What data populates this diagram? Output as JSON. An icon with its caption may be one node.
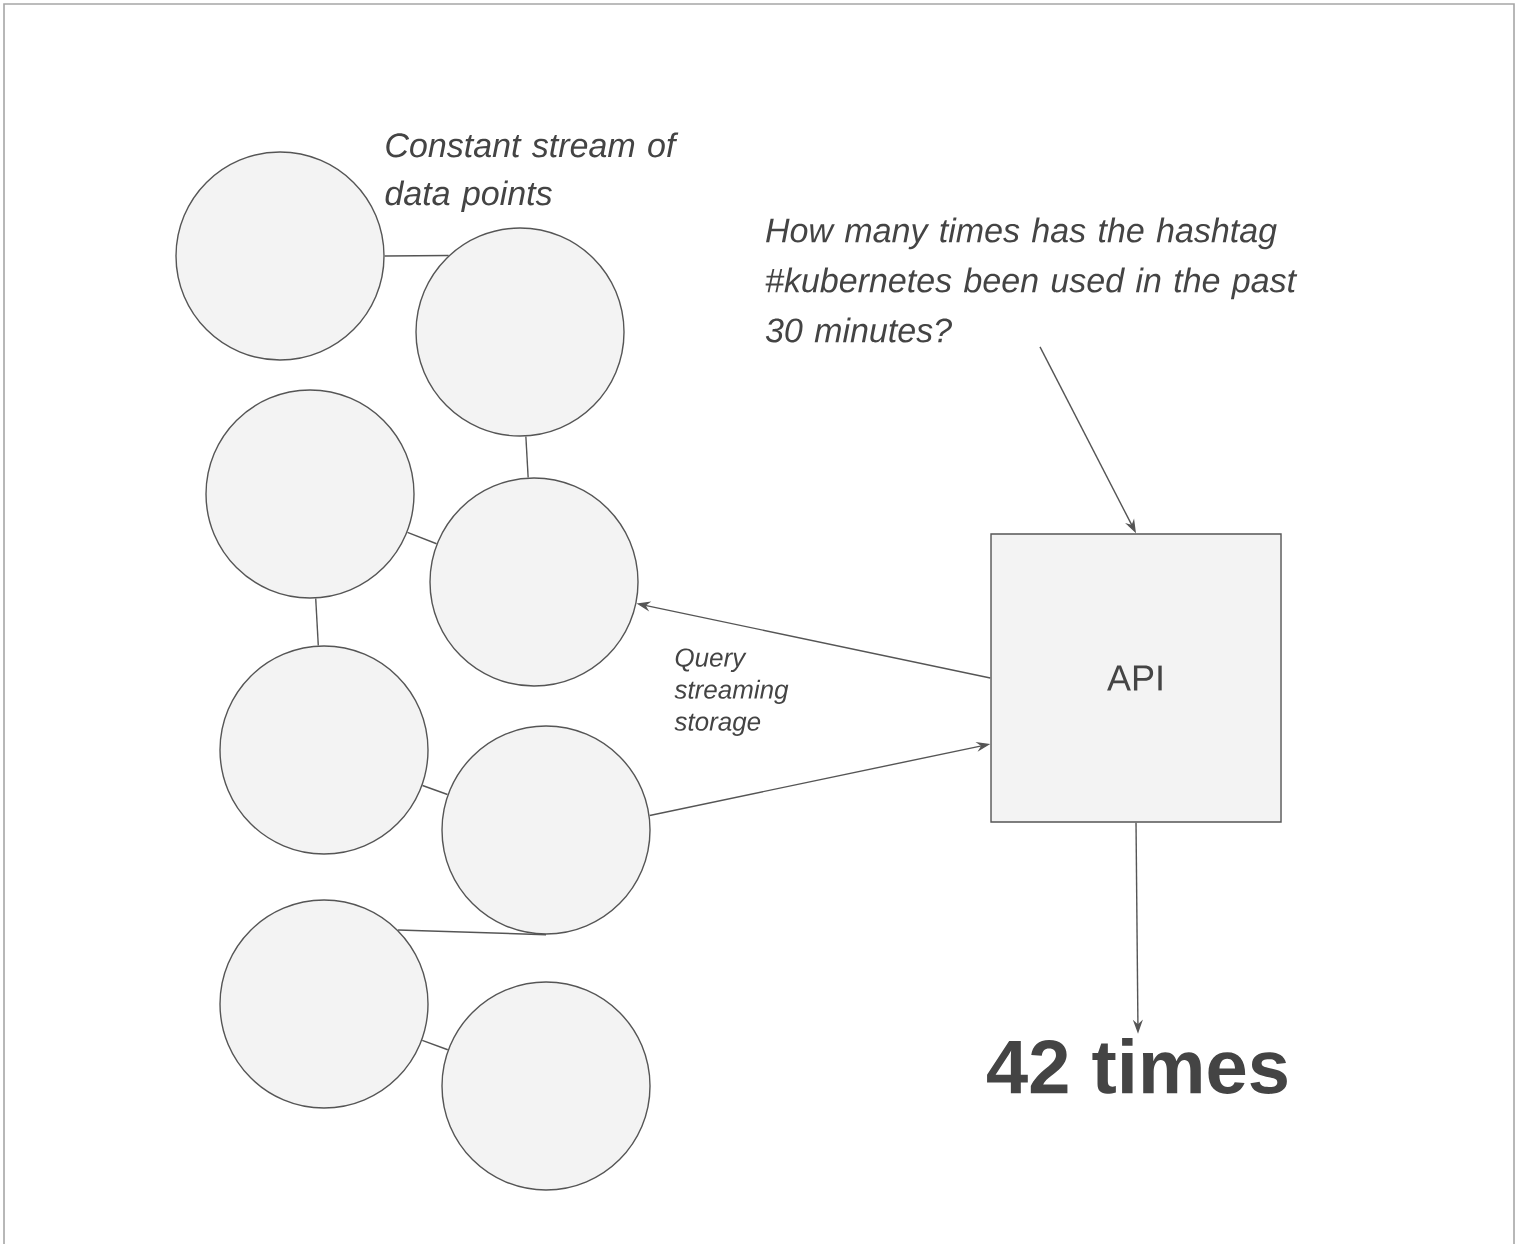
{
  "diagram": {
    "nodes": [
      {
        "text": [],
        "shape": "circle"
      },
      {
        "text": [],
        "shape": "circle"
      },
      {
        "text": [],
        "shape": "circle"
      },
      {
        "text": [],
        "shape": "circle"
      },
      {
        "text": [],
        "shape": "circle"
      },
      {
        "text": [],
        "shape": "circle"
      },
      {
        "text": [],
        "shape": "circle"
      },
      {
        "text": [],
        "shape": "circle"
      },
      {
        "text": [
          "How many times has the hashtag #kubernetes been used in the past 30 minutes?"
        ]
      },
      {
        "text": [
          "API"
        ]
      },
      {
        "text": [
          "42 times"
        ]
      }
    ],
    "edges": [
      {
        "from": 0,
        "to": 1,
        "arrow": "none"
      },
      {
        "from": 1,
        "to": 3,
        "arrow": "none"
      },
      {
        "from": 2,
        "to": 3,
        "arrow": "none"
      },
      {
        "from": 2,
        "to": 4,
        "arrow": "none"
      },
      {
        "from": 4,
        "to": 5,
        "arrow": "none"
      },
      {
        "from": 6,
        "to": 5,
        "arrow": "none"
      },
      {
        "from": 6,
        "to": 7,
        "arrow": "none"
      },
      {
        "from": 8,
        "to": 9,
        "arrow": "to"
      },
      {
        "from": 9,
        "to": 3,
        "arrow": "to"
      },
      {
        "from": 5,
        "to": 9,
        "arrow": "to"
      },
      {
        "from": 9,
        "to": 10,
        "arrow": "to"
      }
    ],
    "labels": [
      "Constant stream of data points",
      "Query streaming storage"
    ]
  }
}
